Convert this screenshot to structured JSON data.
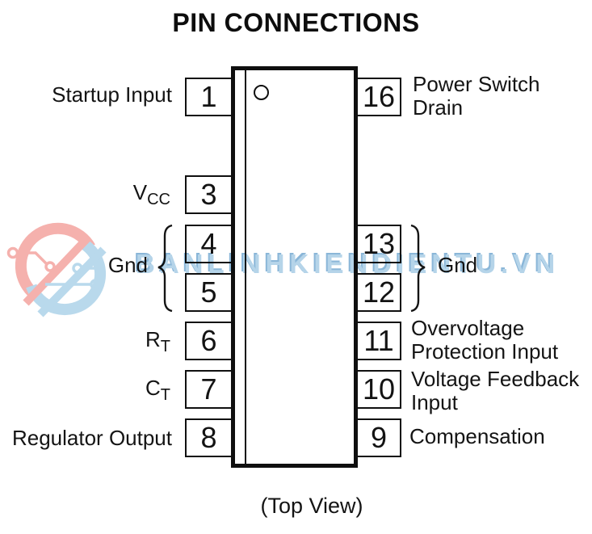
{
  "title": "PIN CONNECTIONS",
  "footer_caption": "(Top View)",
  "pins": {
    "left": [
      {
        "num": "1",
        "label": "Startup Input"
      },
      {
        "num": "3",
        "label": "V",
        "label_sub": "CC"
      },
      {
        "num": "4"
      },
      {
        "num": "5"
      },
      {
        "num": "6",
        "label": "R",
        "label_sub": "T"
      },
      {
        "num": "7",
        "label": "C",
        "label_sub": "T"
      },
      {
        "num": "8",
        "label": "Regulator Output"
      }
    ],
    "right": [
      {
        "num": "16",
        "label": "Power Switch Drain"
      },
      {
        "num": "13"
      },
      {
        "num": "12"
      },
      {
        "num": "11",
        "label": "Overvoltage Protection Input"
      },
      {
        "num": "10",
        "label": "Voltage Feedback Input"
      },
      {
        "num": "9",
        "label": "Compensation"
      }
    ],
    "left_gnd_group_label": "Gnd",
    "right_gnd_group_label": "Gnd"
  },
  "watermark": {
    "text": "BANLINHKIENDIENTU.VN",
    "colors": {
      "text_blue": "#b5d4e9",
      "text_blue_dark": "#8ab6d8",
      "logo_pink": "#f5b1ad",
      "logo_blue": "#b9d9ec"
    }
  }
}
